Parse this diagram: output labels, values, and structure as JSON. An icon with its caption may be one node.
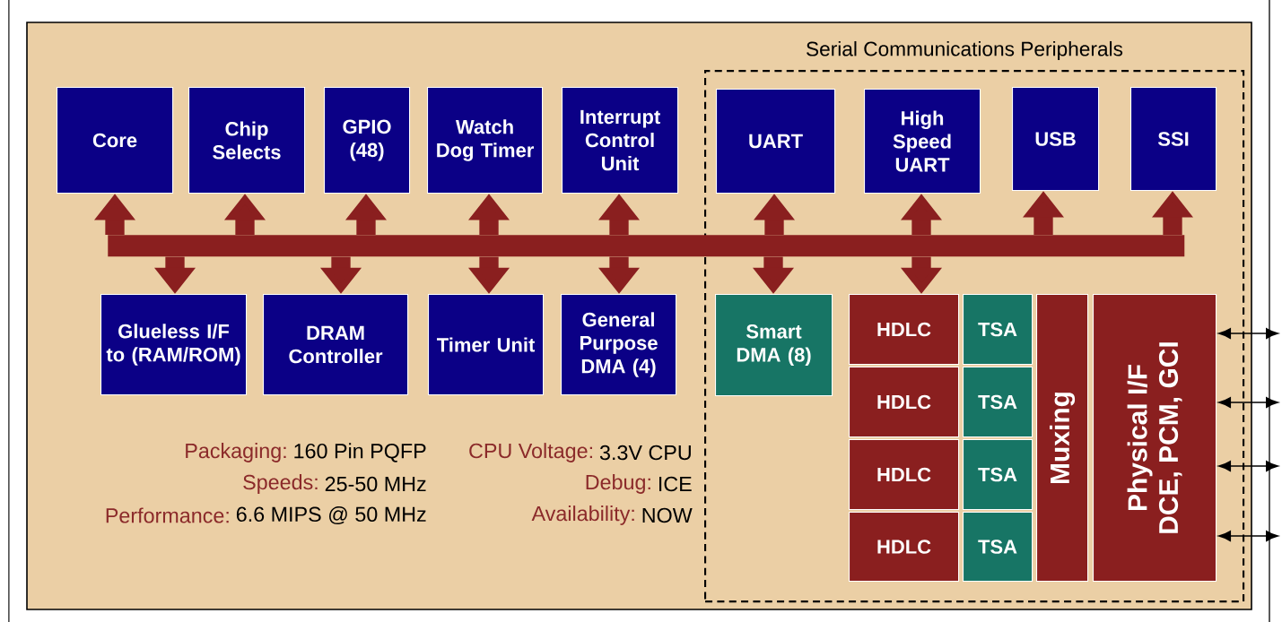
{
  "diagram": {
    "nodes": [
      {
        "text": [
          "Serial Communications Peripherals"
        ]
      },
      {
        "text": [
          "Core"
        ]
      },
      {
        "text": [
          "Chip Selects"
        ]
      },
      {
        "text": [
          "GPIO (48)"
        ]
      },
      {
        "text": [
          "Watch Dog Timer"
        ]
      },
      {
        "text": [
          "Interrupt Control Unit"
        ]
      },
      {
        "text": [
          "UART"
        ],
        "in": 0
      },
      {
        "text": [
          "High Speed UART"
        ],
        "in": 0
      },
      {
        "text": [
          "USB"
        ],
        "in": 0
      },
      {
        "text": [
          "SSI"
        ],
        "in": 0
      },
      {
        "text": [
          "Glueless I/F to (RAM/ROM)"
        ]
      },
      {
        "text": [
          "DRAM Controller"
        ]
      },
      {
        "text": [
          "Timer Unit"
        ]
      },
      {
        "text": [
          "General Purpose DMA (4)"
        ]
      },
      {
        "text": [
          "Smart DMA (8)"
        ],
        "in": 0
      },
      {
        "text": [
          "HDLC"
        ],
        "in": 0
      },
      {
        "text": [
          "TSA"
        ],
        "in": 0
      },
      {
        "text": [
          "HDLC"
        ],
        "in": 0
      },
      {
        "text": [
          "TSA"
        ],
        "in": 0
      },
      {
        "text": [
          "HDLC"
        ],
        "in": 0
      },
      {
        "text": [
          "TSA"
        ],
        "in": 0
      },
      {
        "text": [
          "HDLC"
        ],
        "in": 0
      },
      {
        "text": [
          "TSA"
        ],
        "in": 0
      },
      {
        "text": [
          "Muxing"
        ],
        "in": 0
      },
      {
        "text": [
          "Physical I/F DCE, PCM, GCI"
        ],
        "in": 0
      },
      {
        "text": [],
        "shape": "bar"
      }
    ],
    "edges": [
      {
        "from": 25,
        "to": 1,
        "arrow": "to"
      },
      {
        "from": 25,
        "to": 2,
        "arrow": "to"
      },
      {
        "from": 25,
        "to": 3,
        "arrow": "to"
      },
      {
        "from": 25,
        "to": 4,
        "arrow": "to"
      },
      {
        "from": 25,
        "to": 5,
        "arrow": "to"
      },
      {
        "from": 25,
        "to": 6,
        "arrow": "to"
      },
      {
        "from": 25,
        "to": 7,
        "arrow": "to"
      },
      {
        "from": 25,
        "to": 8,
        "arrow": "to"
      },
      {
        "from": 25,
        "to": 9,
        "arrow": "to"
      },
      {
        "from": 25,
        "to": 10,
        "arrow": "to"
      },
      {
        "from": 25,
        "to": 11,
        "arrow": "to"
      },
      {
        "from": 25,
        "to": 12,
        "arrow": "to"
      },
      {
        "from": 25,
        "to": 13,
        "arrow": "to"
      },
      {
        "from": 25,
        "to": 14,
        "arrow": "to"
      },
      {
        "from": 25,
        "to": 15,
        "arrow": "to"
      },
      {
        "from": null,
        "to": 24,
        "arrow": "both",
        "color": "#000000"
      },
      {
        "from": null,
        "to": 24,
        "arrow": "both",
        "color": "#000000"
      },
      {
        "from": null,
        "to": 24,
        "arrow": "both",
        "color": "#000000"
      },
      {
        "from": null,
        "to": 24,
        "arrow": "both",
        "color": "#000000"
      }
    ],
    "labels": [
      "Packaging:",
      "160 Pin PQFP",
      "CPU Voltage:",
      "3.3V CPU",
      "Speeds:",
      "25-50 MHz",
      "Debug:",
      "ICE",
      "Performance:",
      "6.6 MIPS @ 50 MHz",
      "Availability:",
      "NOW"
    ]
  }
}
